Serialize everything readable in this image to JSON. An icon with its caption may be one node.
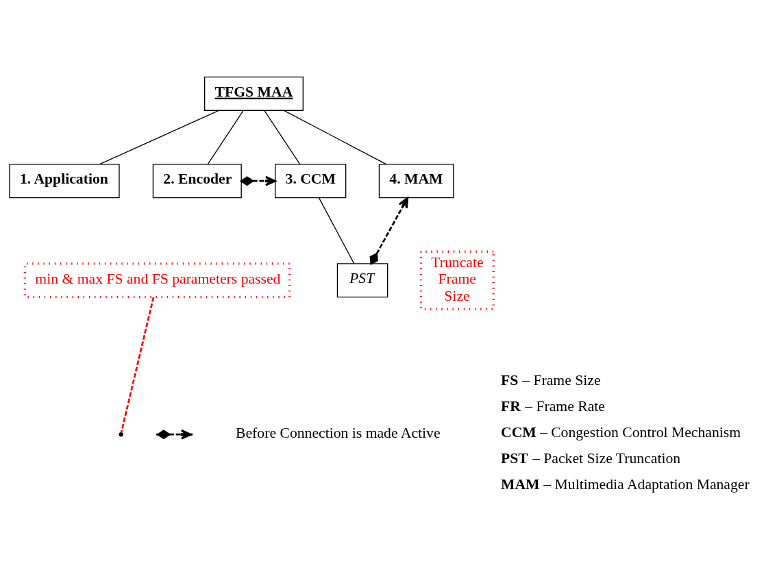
{
  "diagram": {
    "nodes": [
      {
        "text": [
          "TFGS MAA"
        ]
      },
      {
        "text": [
          "1. Application"
        ]
      },
      {
        "text": [
          "2. Encoder"
        ]
      },
      {
        "text": [
          "3. CCM"
        ]
      },
      {
        "text": [
          "4. MAM"
        ]
      },
      {
        "text": [
          "PST"
        ]
      },
      {
        "text": [
          "min & max FS and FS parameters passed"
        ]
      },
      {
        "text": [
          "Truncate Frame Size"
        ]
      }
    ],
    "edges": [
      {
        "from": 0,
        "to": 1,
        "arrow": "none"
      },
      {
        "from": 0,
        "to": 2,
        "arrow": "none"
      },
      {
        "from": 0,
        "to": 3,
        "arrow": "none"
      },
      {
        "from": 0,
        "to": 4,
        "arrow": "none"
      },
      {
        "from": 2,
        "to": 3,
        "arrow": "to",
        "style": "dashed"
      },
      {
        "from": 6,
        "to": null,
        "arrow": "none",
        "style": "dashed",
        "color": "#ff0000"
      },
      {
        "from": 3,
        "to": 5,
        "arrow": "none"
      },
      {
        "from": 5,
        "to": 4,
        "arrow": "to",
        "style": "dashed"
      }
    ],
    "labels": [
      "**FS** – Frame Size",
      "**FR** – Frame Rate",
      "**CCM** – Congestion Control Mechanism",
      "**PST** – Packet Size Truncation",
      "**MAM** – Multimedia Adaptation Manager"
    ],
    "legend": [
      {
        "text": "Before Connection is made Active"
      }
    ]
  }
}
